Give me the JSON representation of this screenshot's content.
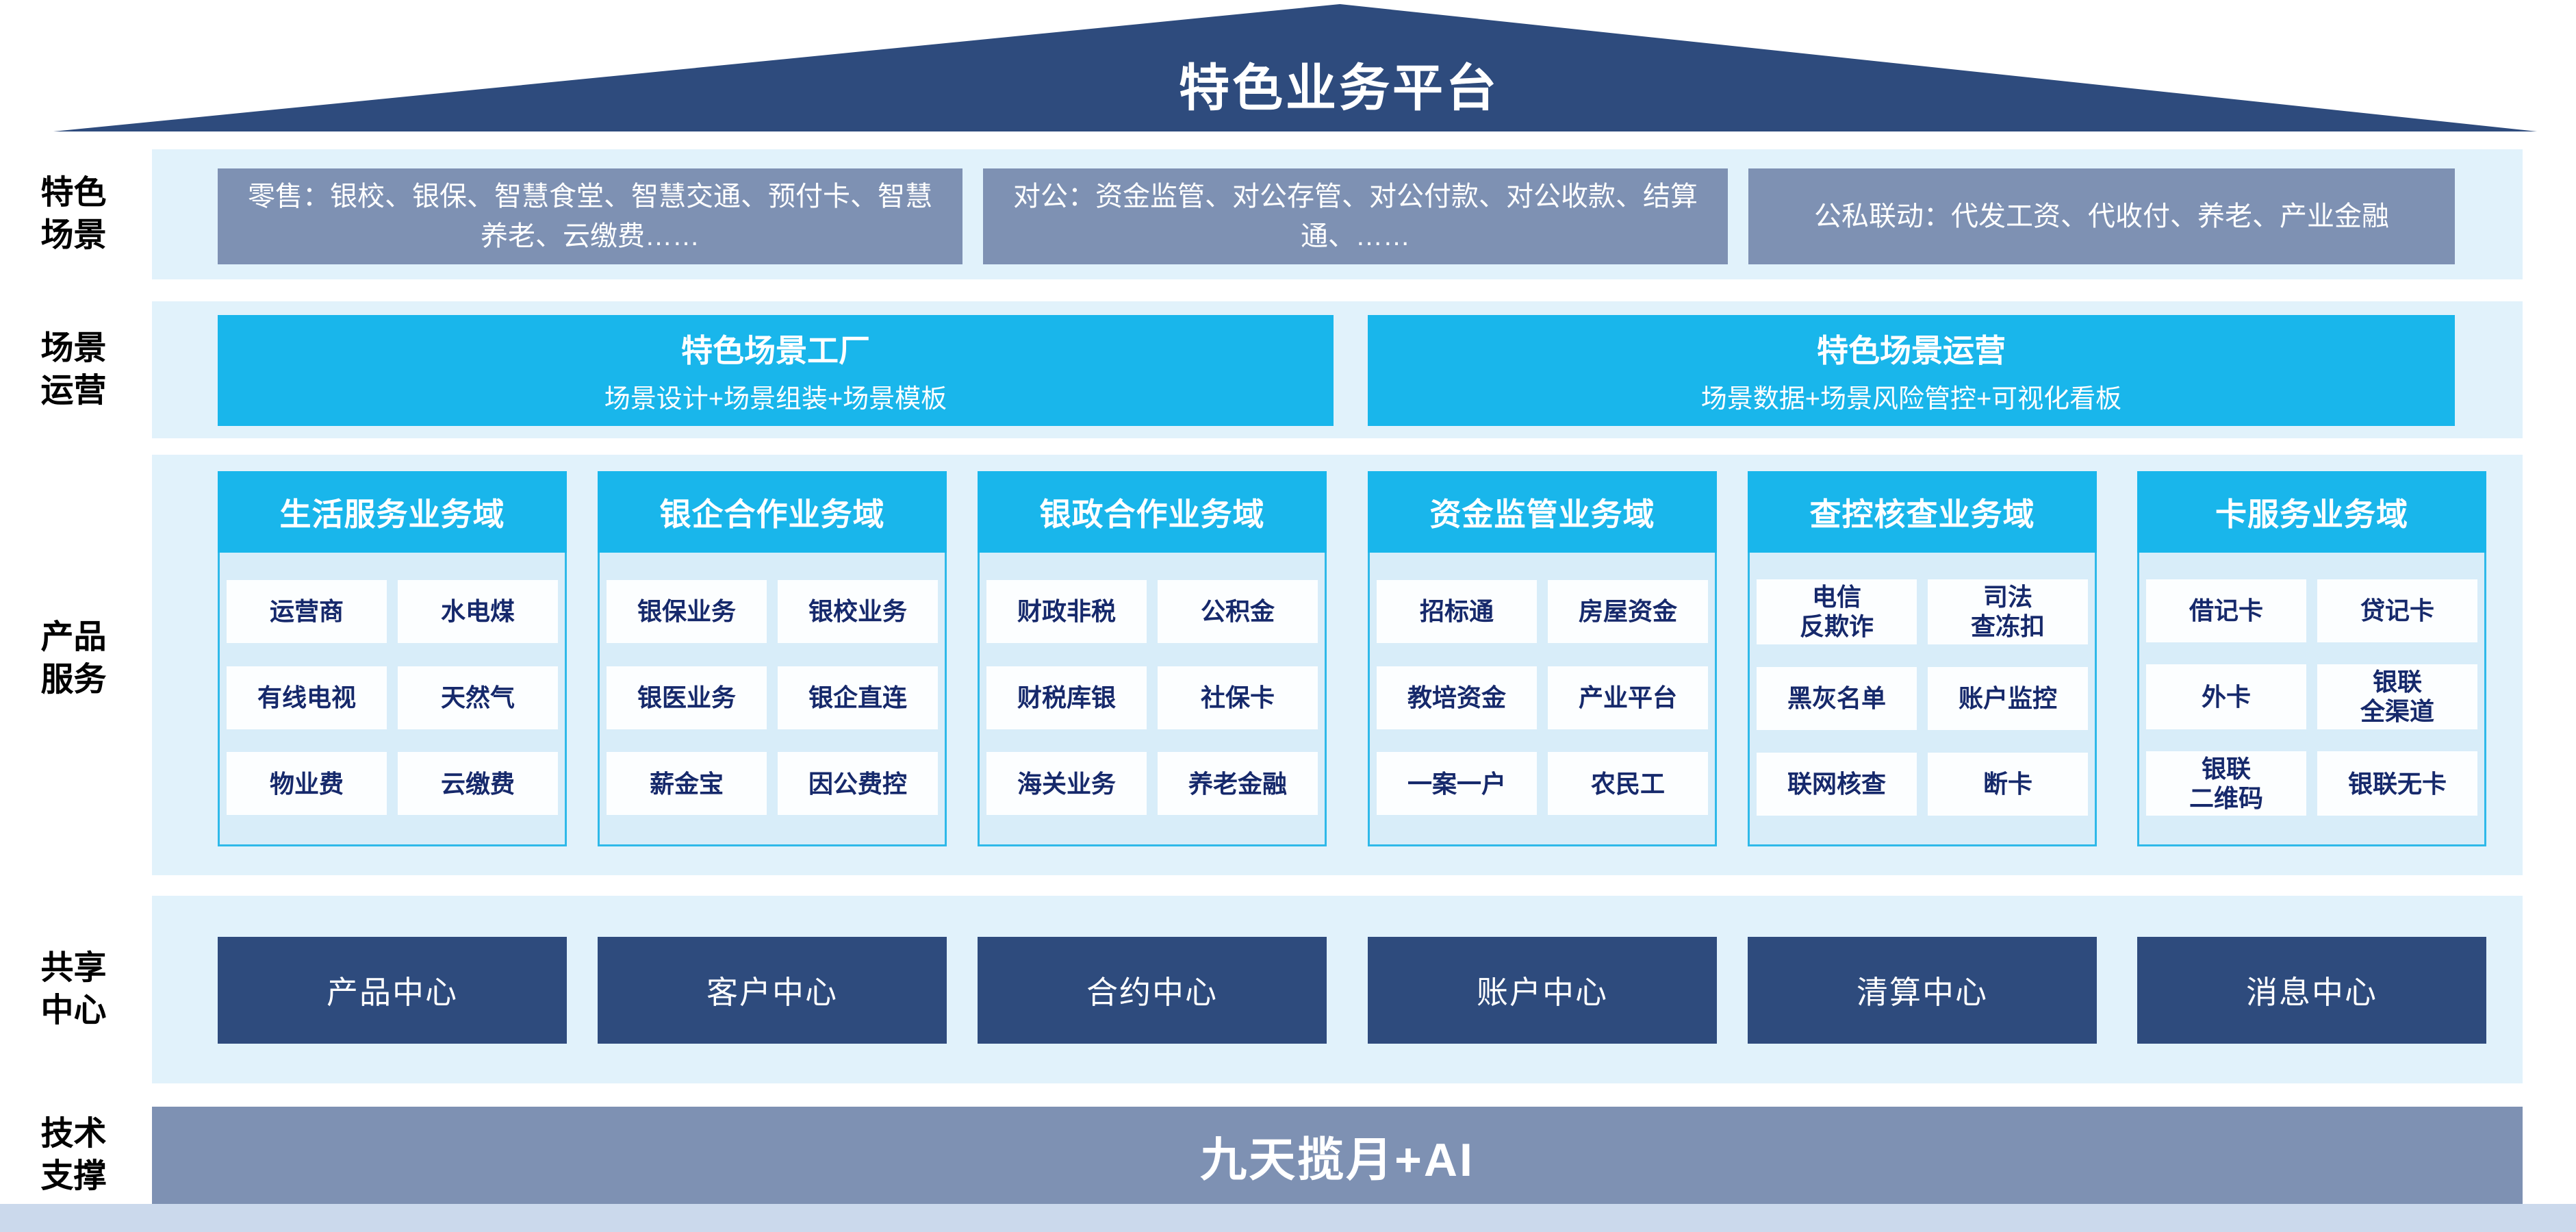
{
  "roof": {
    "title": "特色业务平台"
  },
  "scene_row": {
    "label": "特色\n场景",
    "boxes": [
      "零售：银校、银保、智慧食堂、智慧交通、预付卡、智慧养老、云缴费……",
      "对公：资金监管、对公存管、对公付款、对公收款、结算通、……",
      "公私联动：代发工资、代收付、养老、产业金融"
    ]
  },
  "ops_row": {
    "label": "场景\n运营",
    "cards": [
      {
        "title": "特色场景工厂",
        "subtitle": "场景设计+场景组装+场景模板"
      },
      {
        "title": "特色场景运营",
        "subtitle": "场景数据+场景风险管控+可视化看板"
      }
    ]
  },
  "product_row": {
    "label": "产品\n服务",
    "domains": [
      {
        "header": "生活服务业务域",
        "items": [
          "运营商",
          "水电煤",
          "有线电视",
          "天然气",
          "物业费",
          "云缴费"
        ]
      },
      {
        "header": "银企合作业务域",
        "items": [
          "银保业务",
          "银校业务",
          "银医业务",
          "银企直连",
          "薪金宝",
          "因公费控"
        ]
      },
      {
        "header": "银政合作业务域",
        "items": [
          "财政非税",
          "公积金",
          "财税库银",
          "社保卡",
          "海关业务",
          "养老金融"
        ]
      },
      {
        "header": "资金监管业务域",
        "items": [
          "招标通",
          "房屋资金",
          "教培资金",
          "产业平台",
          "一案一户",
          "农民工"
        ]
      },
      {
        "header": "查控核查业务域",
        "items": [
          "电信\n反欺诈",
          "司法\n查冻扣",
          "黑灰名单",
          "账户监控",
          "联网核查",
          "断卡"
        ]
      },
      {
        "header": "卡服务业务域",
        "items": [
          "借记卡",
          "贷记卡",
          "外卡",
          "银联\n全渠道",
          "银联\n二维码",
          "银联无卡"
        ]
      }
    ]
  },
  "share_row": {
    "label": "共享\n中心",
    "centers": [
      "产品中心",
      "客户中心",
      "合约中心",
      "账户中心",
      "清算中心",
      "消息中心"
    ]
  },
  "tech_row": {
    "label": "技术\n支撑",
    "platform": "九天揽月+AI"
  },
  "colors": {
    "navy": "#2E4B7D",
    "steel_gray_blue": "#7E91B3",
    "cyan": "#19B6EB",
    "band_bg": "#E1F2FB",
    "column_bg": "#D8EDF9",
    "column_border": "#2FB9E9",
    "item_bg": "#FCFEFF",
    "item_text": "#16296B",
    "footer_strip": "#CBD9EC"
  }
}
